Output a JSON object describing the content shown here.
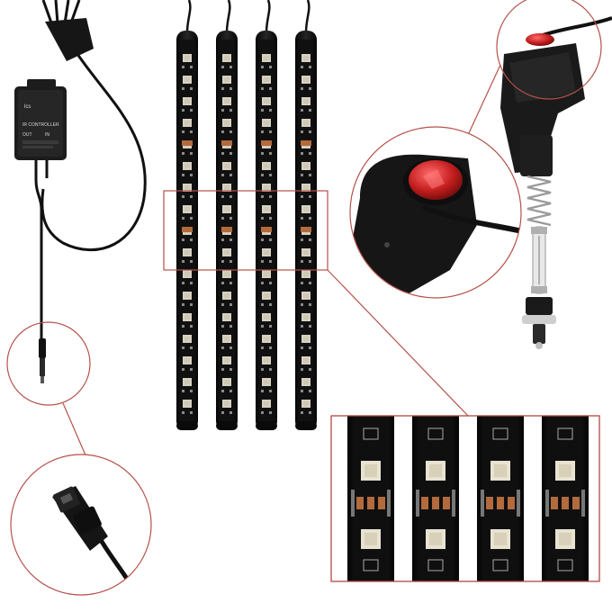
{
  "product_image": {
    "controller": {
      "label_line1": "IR CONTROLLER",
      "label_out": "OUT",
      "label_in": "IN",
      "brand_mark": "lcs"
    },
    "strip_count": 4
  },
  "colors": {
    "background": "#ffffff",
    "callout_outline": "#b5524a",
    "strip_body": "#141414",
    "led_chip": "#e8e2d2",
    "resistor": "#b36a3c",
    "switch_red": "#c41e1e",
    "cable": "#111111"
  },
  "icons": [
    "led-strip-icon",
    "cigarette-lighter-plug-icon",
    "ir-controller-icon",
    "usb-plug-icon"
  ]
}
